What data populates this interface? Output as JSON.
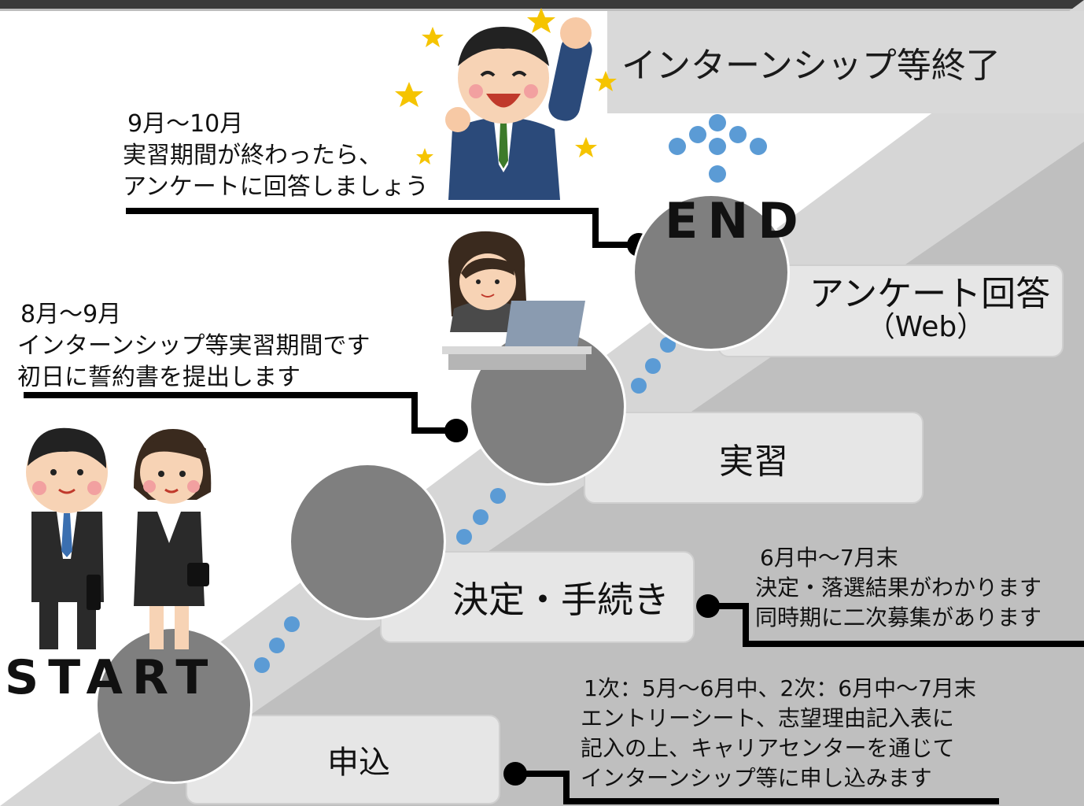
{
  "title": "インターンシップ等終了",
  "labels": {
    "start": "START",
    "end": "END"
  },
  "steps": {
    "apply": "申込",
    "decision": "決定・手続き",
    "practice": "実習",
    "survey_line1": "アンケート回答",
    "survey_line2": "（Web）"
  },
  "notes": {
    "apply": [
      "1次：5月～6月中、2次：6月中～7月末",
      "エントリーシート、志望理由記入表に",
      "記入の上、キャリアセンターを通じて",
      "インターンシップ等に申し込みます"
    ],
    "decision": [
      "6月中～7月末",
      "決定・落選結果がわかります",
      "同時期に二次募集があります"
    ],
    "practice": [
      "8月～9月",
      "インターンシップ等実習期間です",
      "初日に誓約書を提出します"
    ],
    "survey": [
      "9月～10月",
      "実習期間が終わったら、",
      "アンケートに回答しましょう"
    ]
  },
  "colors": {
    "dots": "#5b9bd5",
    "circle": "#7f7f7f",
    "band": "#bfbfbf",
    "box": "#e6e6e6"
  },
  "icons": [
    "student-boy-icon",
    "student-girl-icon",
    "office-worker-icon",
    "celebrating-man-icon",
    "arrow-up-icon"
  ]
}
